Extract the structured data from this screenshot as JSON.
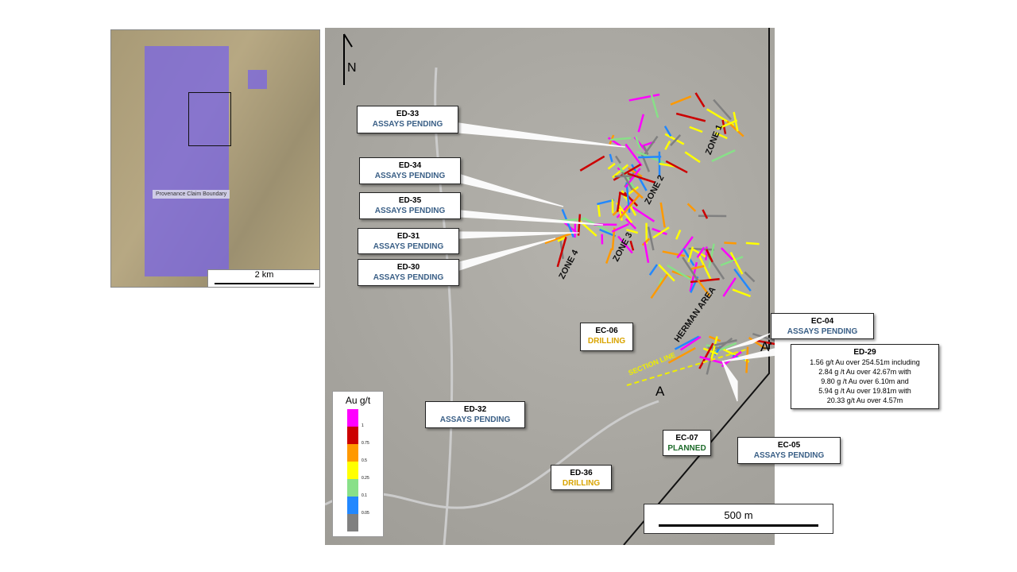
{
  "inset": {
    "claim_label": "Provenance Claim Boundary",
    "scale_label": "2 km"
  },
  "map": {
    "north_label": "N",
    "scale_label": "500 m",
    "zones": [
      "ZONE 1",
      "ZONE 2",
      "ZONE 3",
      "ZONE 4",
      "HERMAN AREA",
      "SECTION LINE"
    ],
    "section_ends": [
      "A",
      "A'"
    ],
    "callouts": [
      {
        "id": "ED-33",
        "status": "ASSAYS PENDING"
      },
      {
        "id": "ED-34",
        "status": "ASSAYS PENDING"
      },
      {
        "id": "ED-35",
        "status": "ASSAYS PENDING"
      },
      {
        "id": "ED-31",
        "status": "ASSAYS PENDING"
      },
      {
        "id": "ED-30",
        "status": "ASSAYS PENDING"
      },
      {
        "id": "ED-32",
        "status": "ASSAYS PENDING"
      },
      {
        "id": "ED-36",
        "status": "DRILLING"
      },
      {
        "id": "EC-06",
        "status": "DRILLING"
      },
      {
        "id": "EC-07",
        "status": "PLANNED"
      },
      {
        "id": "EC-05",
        "status": "ASSAYS PENDING"
      },
      {
        "id": "EC-04",
        "status": "ASSAYS PENDING"
      }
    ],
    "ed29": {
      "id": "ED-29",
      "lines": [
        "1.56 g/t Au over 254.51m including",
        "2.84 g /t Au over 42.67m with",
        "9.80 g /t Au over 6.10m and",
        "5.94 g /t Au over 19.81m with",
        "20.33 g/t Au over 4.57m"
      ]
    }
  },
  "legend": {
    "title": "Au g/t",
    "ticks": [
      "1",
      "0.75",
      "0.5",
      "0.25",
      "0.1",
      "0.05"
    ],
    "colors": [
      "#ff00ff",
      "#cc0000",
      "#ff9900",
      "#ffff00",
      "#88e088",
      "#2288ff",
      "#808080"
    ]
  }
}
